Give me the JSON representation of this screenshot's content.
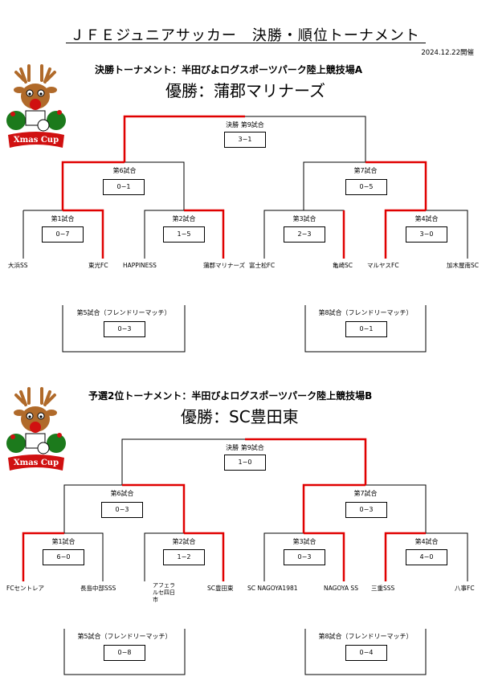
{
  "header": {
    "title": "ＪＦＥジュニアサッカー　決勝・順位トーナメント",
    "date": "2024.12.22開催"
  },
  "logo": {
    "text": "Xmas Cup"
  },
  "colors": {
    "win_line": "#e00000",
    "line": "#000000",
    "logo_red": "#d01010",
    "logo_green": "#1c7a1c",
    "reindeer": "#b06a2a"
  },
  "sections": [
    {
      "title": "決勝トーナメント：半田びよログスポーツパーク陸上競技場A",
      "winner": "優勝：蒲郡マリナーズ",
      "final": {
        "label": "決勝 第9試合",
        "score": "3−1"
      },
      "semis": [
        {
          "label": "第6試合",
          "score": "0−1"
        },
        {
          "label": "第7試合",
          "score": "0−5"
        }
      ],
      "quarters": [
        {
          "label": "第1試合",
          "score": "0−7"
        },
        {
          "label": "第2試合",
          "score": "1−5"
        },
        {
          "label": "第3試合",
          "score": "2−3"
        },
        {
          "label": "第4試合",
          "score": "3−0"
        }
      ],
      "teams": [
        "大浜SS",
        "東光FC",
        "HAPPINESS",
        "蒲郡マリナーズ",
        "富士松FC",
        "亀崎SC",
        "マルヤスFC",
        "加木屋南SC"
      ],
      "friendly": [
        {
          "label": "第5試合（フレンドリーマッチ）",
          "score": "0−3"
        },
        {
          "label": "第8試合（フレンドリーマッチ）",
          "score": "0−1"
        }
      ]
    },
    {
      "title": "予選2位トーナメント：半田びよログスポーツパーク陸上競技場B",
      "winner": "優勝：SC豊田東",
      "final": {
        "label": "決勝 第9試合",
        "score": "1−0"
      },
      "semis": [
        {
          "label": "第6試合",
          "score": "0−3"
        },
        {
          "label": "第7試合",
          "score": "0−3"
        }
      ],
      "quarters": [
        {
          "label": "第1試合",
          "score": "6−0"
        },
        {
          "label": "第2試合",
          "score": "1−2"
        },
        {
          "label": "第3試合",
          "score": "0−3"
        },
        {
          "label": "第4試合",
          "score": "4−0"
        }
      ],
      "teams": [
        "FCセントレア",
        "長島中部SSS",
        "アフェラルセ四日市",
        "SC豊田東",
        "SC NAGOYA1981",
        "NAGOYA SS",
        "三重SSS",
        "八事FC"
      ],
      "friendly": [
        {
          "label": "第5試合（フレンドリーマッチ）",
          "score": "0−8"
        },
        {
          "label": "第8試合（フレンドリーマッチ）",
          "score": "0−4"
        }
      ]
    }
  ]
}
